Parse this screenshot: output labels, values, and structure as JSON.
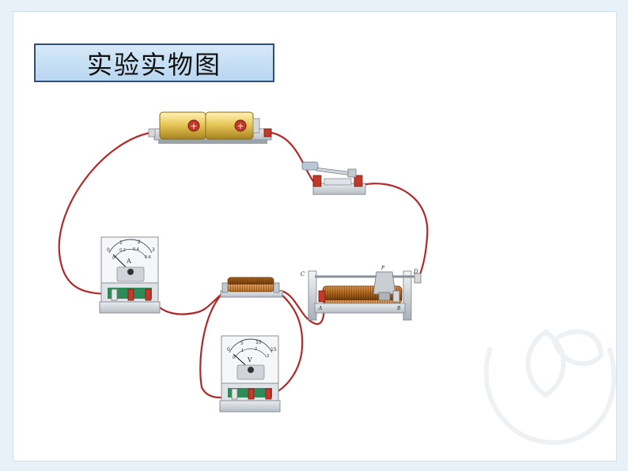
{
  "title": "实验实物图",
  "ammeter": {
    "unit": "A",
    "ticks_outer": [
      "0",
      "1",
      "2",
      "3"
    ],
    "ticks_inner": [
      "0.2",
      "0.4",
      "0.6"
    ],
    "ticks_inner_zero": "0"
  },
  "voltmeter": {
    "unit": "V",
    "ticks_outer": [
      "0",
      "5",
      "10",
      "15"
    ],
    "ticks_inner": [
      "1",
      "2",
      "3"
    ],
    "ticks_inner_zero": "0"
  },
  "rheostat": {
    "label_c": "C",
    "label_d": "D",
    "label_p": "P",
    "label_a": "A",
    "label_b": "B"
  },
  "colors": {
    "wire": "#b02a2a",
    "battery": "#e8c85a",
    "coil": "#b36a1e",
    "meter_base": "#2e8b57",
    "title_border": "#2e4f7a"
  }
}
